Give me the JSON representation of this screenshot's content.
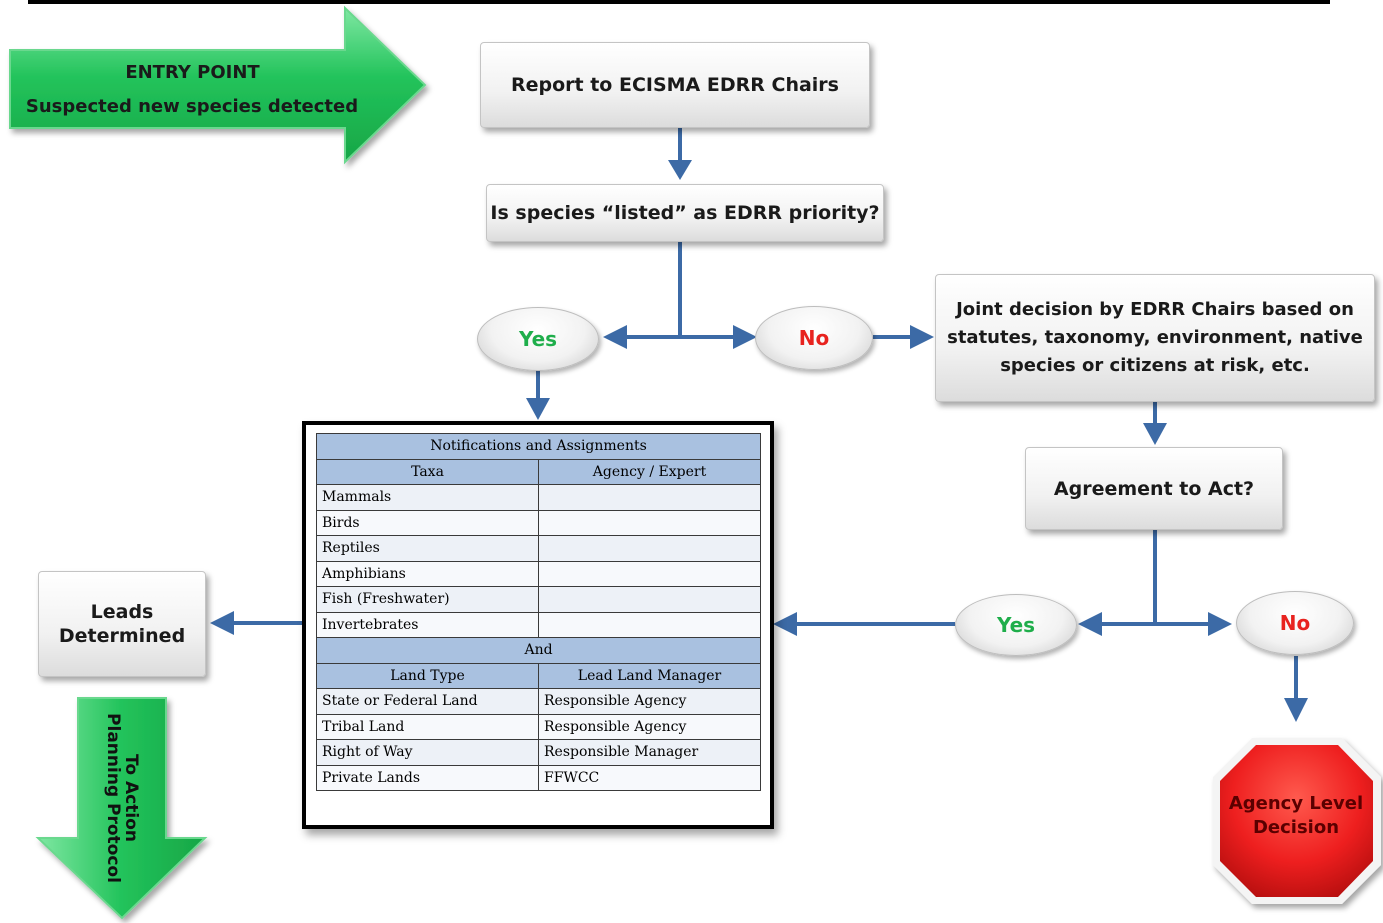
{
  "entry": {
    "title": "ENTRY POINT",
    "subtitle": "Suspected new species detected"
  },
  "nodes": {
    "report": "Report to ECISMA EDRR Chairs",
    "listed_question": "Is species “listed” as EDRR priority?",
    "joint_decision": "Joint decision by EDRR Chairs based on statutes, taxonomy, environment, native species or citizens at risk, etc.",
    "agreement_question": "Agreement to Act?",
    "leads": "Leads Determined",
    "agency_decision": "Agency Level Decision",
    "action_protocol": "To Action Planning Protocol"
  },
  "decisions": {
    "yes_1": "Yes",
    "no_1": "No",
    "yes_2": "Yes",
    "no_2": "No"
  },
  "table": {
    "title": "Notifications and Assignments",
    "taxa_header": "Taxa",
    "agency_header": "Agency / Expert",
    "taxa": [
      "Mammals",
      "Birds",
      "Reptiles",
      "Amphibians",
      "Fish (Freshwater)",
      "Invertebrates"
    ],
    "and_label": "And",
    "land_type_header": "Land Type",
    "lead_manager_header": "Lead Land Manager",
    "land_rows": [
      {
        "type": "State or Federal Land",
        "manager": "Responsible Agency"
      },
      {
        "type": "Tribal Land",
        "manager": "Responsible Agency"
      },
      {
        "type": "Right of Way",
        "manager": "Responsible Manager"
      },
      {
        "type": "Private Lands",
        "manager": "FFWCC"
      }
    ]
  },
  "colors": {
    "connector": "#3c6aa6",
    "arrow_green": "#21c25a",
    "stop_red": "#ee1f1f"
  }
}
